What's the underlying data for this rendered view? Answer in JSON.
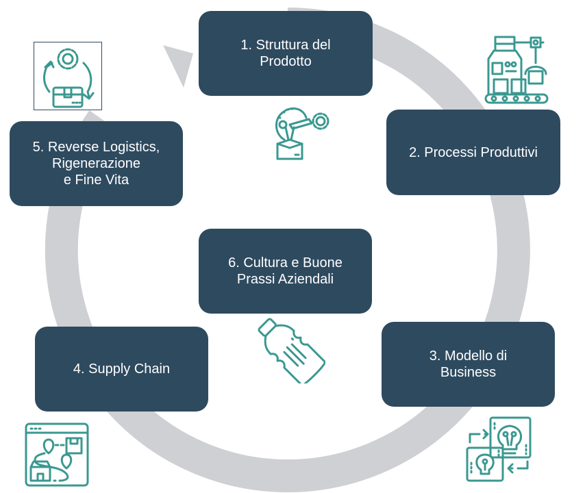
{
  "diagram": {
    "type": "cycle",
    "colors": {
      "box_fill": "#2e4a5f",
      "box_text": "#ffffff",
      "ring": "#cfd0d3",
      "icon_stroke": "#3a9890"
    },
    "steps": [
      {
        "id": 1,
        "label": "1. Struttura del\nProdotto",
        "icon": "lightbulb-gear-box-icon"
      },
      {
        "id": 2,
        "label": "2. Processi Produttivi",
        "icon": "factory-robot-arm-icon"
      },
      {
        "id": 3,
        "label": "3. Modello di\nBusiness",
        "icon": "idea-exchange-icon"
      },
      {
        "id": 4,
        "label": "4. Supply Chain",
        "icon": "delivery-route-map-icon"
      },
      {
        "id": 5,
        "label": "5. Reverse Logistics,\nRigenerazione\ne Fine Vita",
        "icon": "recycle-gear-box-icon"
      },
      {
        "id": 6,
        "label": "6. Cultura e Buone\nPrassi Aziendali",
        "icon": "plastic-bottle-icon"
      }
    ],
    "flow": "clockwise"
  }
}
